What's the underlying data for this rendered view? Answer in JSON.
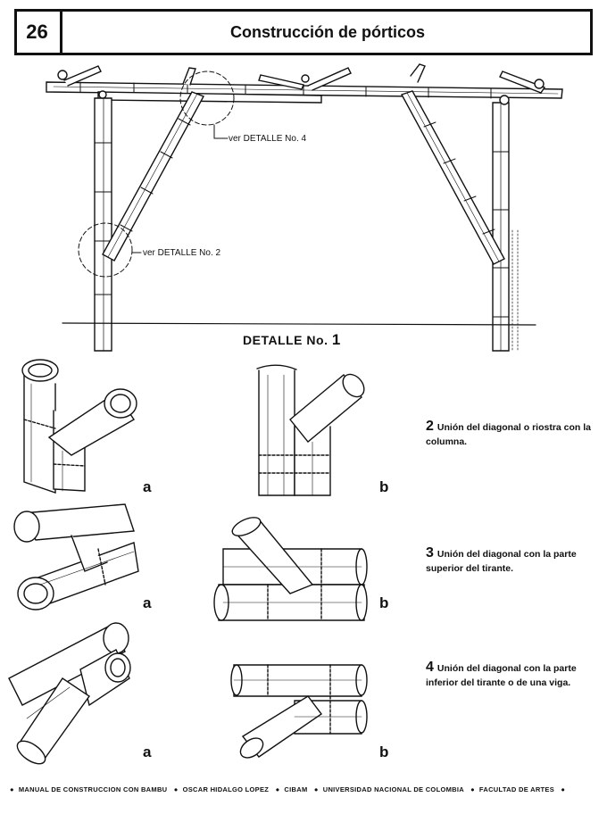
{
  "header": {
    "page_number": "26",
    "title": "Construcción de pórticos"
  },
  "main_figure": {
    "callout_detail_4": "ver DETALLE No. 4",
    "callout_detail_2": "ver DETALLE No. 2",
    "caption_prefix": "DETALLE No.",
    "caption_number": "1"
  },
  "details": [
    {
      "number": "2",
      "text": "Unión del diagonal o riostra con la columna.",
      "label_a": "a",
      "label_b": "b"
    },
    {
      "number": "3",
      "text": "Unión del diagonal con la parte superior del tirante.",
      "label_a": "a",
      "label_b": "b"
    },
    {
      "number": "4",
      "text": "Unión del diagonal con la parte inferior del tirante o de una viga.",
      "label_a": "a",
      "label_b": "b"
    }
  ],
  "footer": {
    "items": [
      "MANUAL DE CONSTRUCCION CON BAMBU",
      "OSCAR HIDALGO LOPEZ",
      "CIBAM",
      "UNIVERSIDAD NACIONAL DE COLOMBIA",
      "FACULTAD DE ARTES"
    ],
    "separator": "●"
  }
}
